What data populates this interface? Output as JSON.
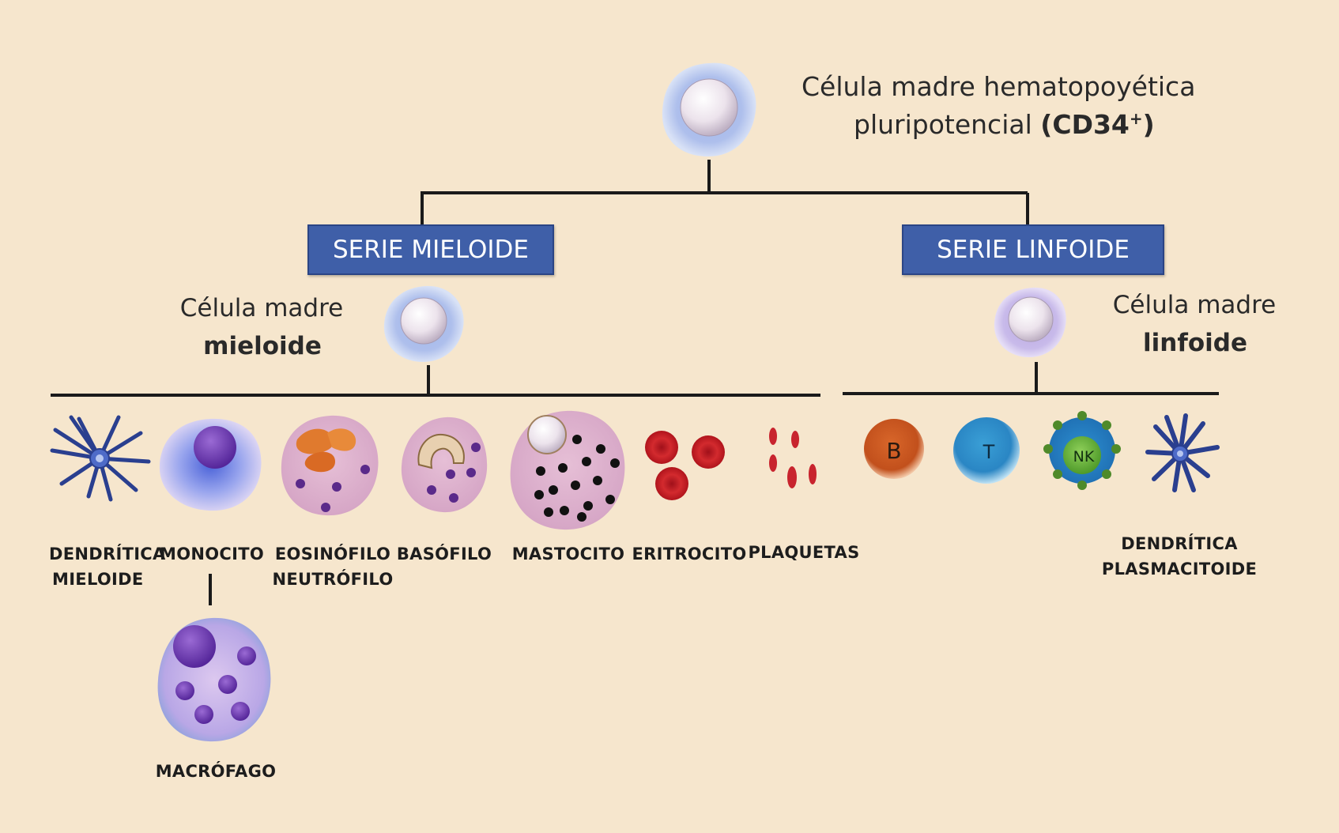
{
  "root": {
    "title_line1": "Célula madre hematopoyética",
    "title_line2": "pluripotencial",
    "marker": "(CD34",
    "marker_sup": "+",
    "marker_end": ")"
  },
  "series": {
    "myeloid": "SERIE MIELOIDE",
    "lymphoid": "SERIE LINFOIDE"
  },
  "myeloid_stem": {
    "line1": "Célula madre",
    "line2": "mieloide"
  },
  "lymphoid_stem": {
    "line1": "Célula madre",
    "line2": "linfoide"
  },
  "myeloid_cells": {
    "dendritic_1": "DENDRÍTICA",
    "dendritic_2": "MIELOIDE",
    "monocyte": "MONOCITO",
    "eosinophil": "EOSINÓFILO",
    "neutrophil": "NEUTRÓFILO",
    "basophil": "BASÓFILO",
    "mastocyte": "MASTOCITO",
    "erythrocyte": "ERITROCITO",
    "platelets": "PLAQUETAS",
    "macrophage": "MACRÓFAGO"
  },
  "lymphoid_cells": {
    "b_letter": "B",
    "t_letter": "T",
    "nk_letter": "NK",
    "dendritic_1": "DENDRÍTICA",
    "dendritic_2": "PLASMACITOIDE"
  },
  "colors": {
    "background": "#f6e6cd",
    "serie_box": "#3f5fa8",
    "line": "#1a1a1a"
  }
}
